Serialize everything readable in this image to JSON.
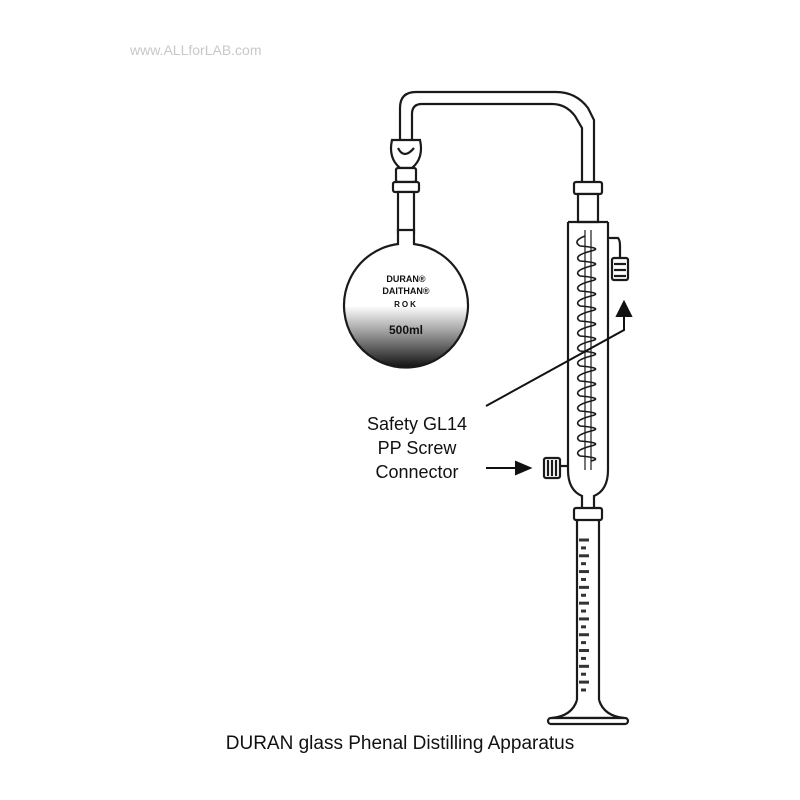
{
  "watermark": "www.ALLforLAB.com",
  "flask": {
    "brand_1": "DURAN®",
    "brand_2": "DAITHAN®",
    "brand_3": "ROK",
    "volume": "500ml"
  },
  "callout": {
    "line_1": "Safety GL14",
    "line_2": "PP Screw",
    "line_3": "Connector"
  },
  "caption": "DURAN glass Phenal Distilling Apparatus",
  "colors": {
    "stroke": "#1a1a1a",
    "text": "#111111",
    "watermark": "#c8c8c8"
  },
  "graduation_marks": 20
}
